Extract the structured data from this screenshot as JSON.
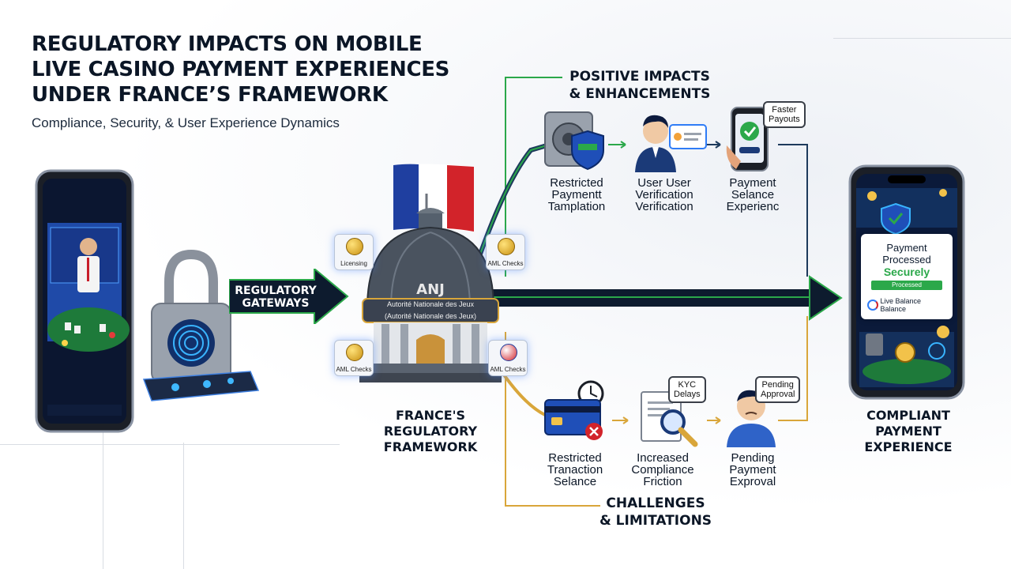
{
  "header": {
    "title_lines": [
      "REGULATORY IMPACTS ON MOBILE",
      "LIVE CASINO PAYMENT EXPERIENCES",
      "UNDER FRANCE’S FRAMEWORK"
    ],
    "subtitle": "Compliance, Security, & User Experience Dynamics"
  },
  "gateway": {
    "label_lines": [
      "REGULATORY",
      "GATEWAYS"
    ]
  },
  "framework": {
    "label_lines": [
      "FRANCE'S",
      "REGULATORY",
      "FRAMEWORK"
    ],
    "dome_title": "ANJ",
    "dome_banner_top": "Autorité Nationale des Jeux",
    "dome_banner_bottom": "(Autorité Nationale des Jeux)",
    "badges": {
      "top_left": "Licensing",
      "top_right": "AML Checks",
      "bottom_left": "AML Checks",
      "bottom_right": "AML Checks"
    }
  },
  "positive": {
    "heading_lines": [
      "POSITIVE IMPACTS",
      "& ENHANCEMENTS"
    ],
    "items": [
      {
        "lines": [
          "Restricted",
          "Paymentt",
          "Tamplation"
        ]
      },
      {
        "lines": [
          "User User",
          "Verification",
          "Verification"
        ]
      },
      {
        "lines": [
          "Payment",
          "Selance",
          "Experienc"
        ],
        "bubble_lines": [
          "Faster",
          "Payouts"
        ]
      }
    ]
  },
  "challenges": {
    "heading_lines": [
      "CHALLENGES",
      "& LIMITATIONS"
    ],
    "items": [
      {
        "lines": [
          "Restricted",
          "Tranaction",
          "Selance"
        ]
      },
      {
        "lines": [
          "Increased",
          "Compliance",
          "Friction"
        ],
        "bubble_lines": [
          "KYC",
          "Delays"
        ]
      },
      {
        "lines": [
          "Pending",
          "Payment",
          "Exproval"
        ],
        "bubble_lines": [
          "Pending",
          "Approval"
        ]
      }
    ]
  },
  "result": {
    "label_lines": [
      "COMPLIANT",
      "PAYMENT",
      "EXPERIENCE"
    ],
    "phone_card_lines": [
      "Payment",
      "Processed"
    ],
    "phone_card_status": "Securely",
    "phone_card_badge": "Processed",
    "phone_balance_lines": [
      "Live Balance",
      "Balance"
    ]
  },
  "colors": {
    "navy": "#0d1b2e",
    "green": "#2ba84a",
    "gold": "#d9a63a",
    "accent_blue": "#2f7cf6"
  }
}
